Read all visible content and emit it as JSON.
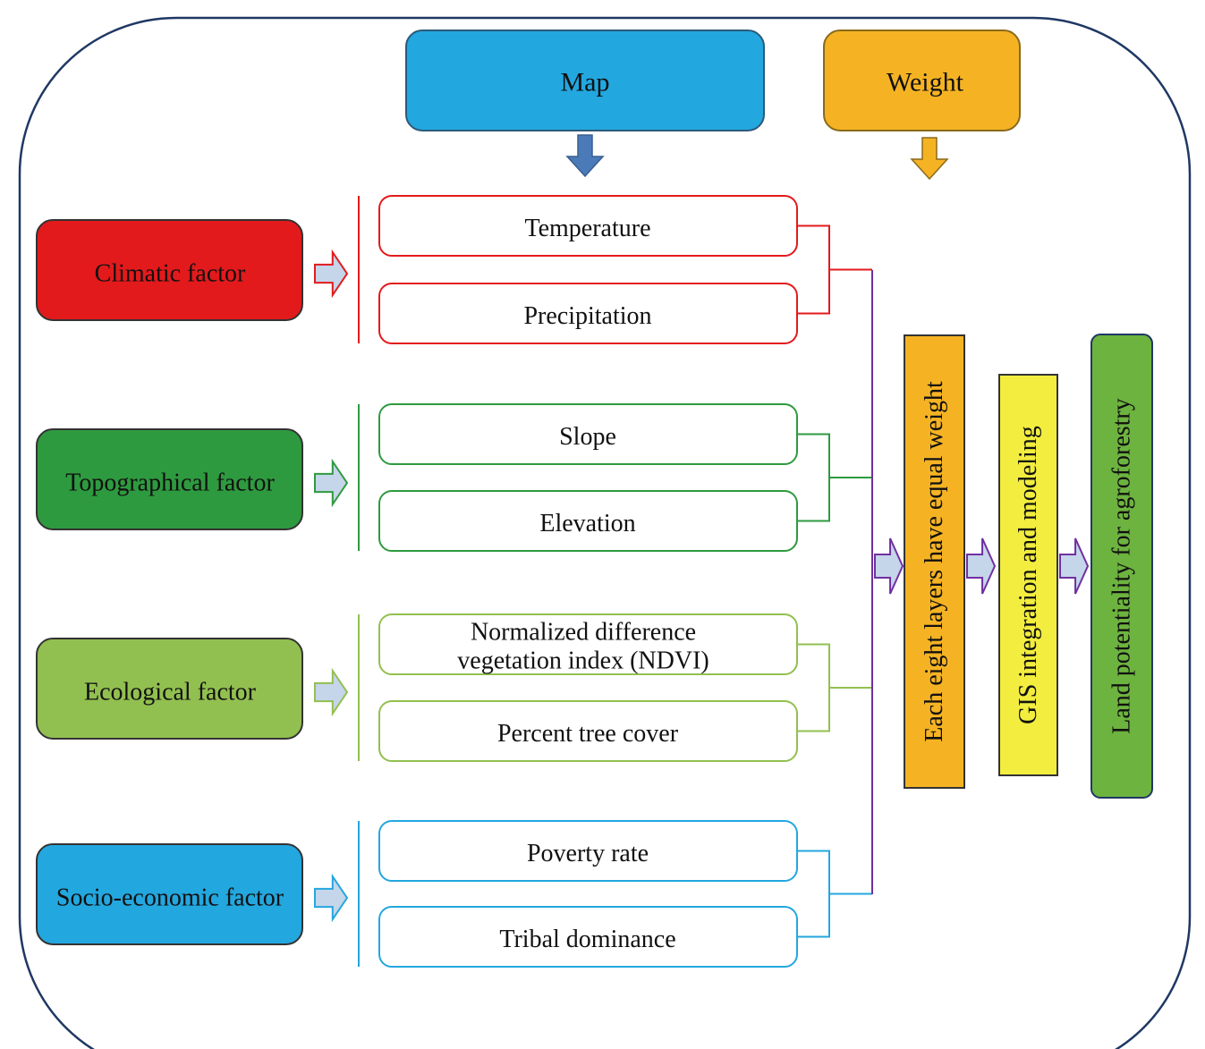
{
  "header": {
    "map_label": "Map",
    "weight_label": "Weight"
  },
  "factors": [
    {
      "id": "climatic",
      "label": "Climatic factor",
      "fill": "#e31a1c",
      "line": "#e31a1c",
      "layers": [
        "Temperature",
        "Precipitation"
      ]
    },
    {
      "id": "topographical",
      "label": "Topographical factor",
      "fill": "#2e9a3f",
      "line": "#2e9a3f",
      "layers": [
        "Slope",
        "Elevation"
      ]
    },
    {
      "id": "ecological",
      "label": "Ecological factor",
      "fill": "#92c050",
      "line": "#92c050",
      "layers": [
        [
          "Normalized difference",
          "vegetation index (NDVI)"
        ],
        "Percent tree cover"
      ]
    },
    {
      "id": "socio-economic",
      "label": "Socio-economic factor",
      "fill": "#23a7df",
      "line": "#23a7df",
      "layers": [
        "Poverty rate",
        "Tribal dominance"
      ]
    }
  ],
  "process_steps": [
    {
      "id": "equal-weight",
      "label": "Each eight layers have equal weight",
      "fill": "#f5b324"
    },
    {
      "id": "gis-integration",
      "label": "GIS integration and modeling",
      "fill": "#f2ed3e"
    },
    {
      "id": "land-potentiality",
      "label": "Land potentiality for agroforestry",
      "fill": "#6db33f"
    }
  ],
  "colors": {
    "map": "#23a7df",
    "weight": "#f5b324",
    "map_arrow": "#4a7ab8",
    "weight_arrow": "#f5b324",
    "connector": "#7030a0",
    "hollow_arrow_fill": "#c5d5ea",
    "frame": "#1f3864"
  }
}
